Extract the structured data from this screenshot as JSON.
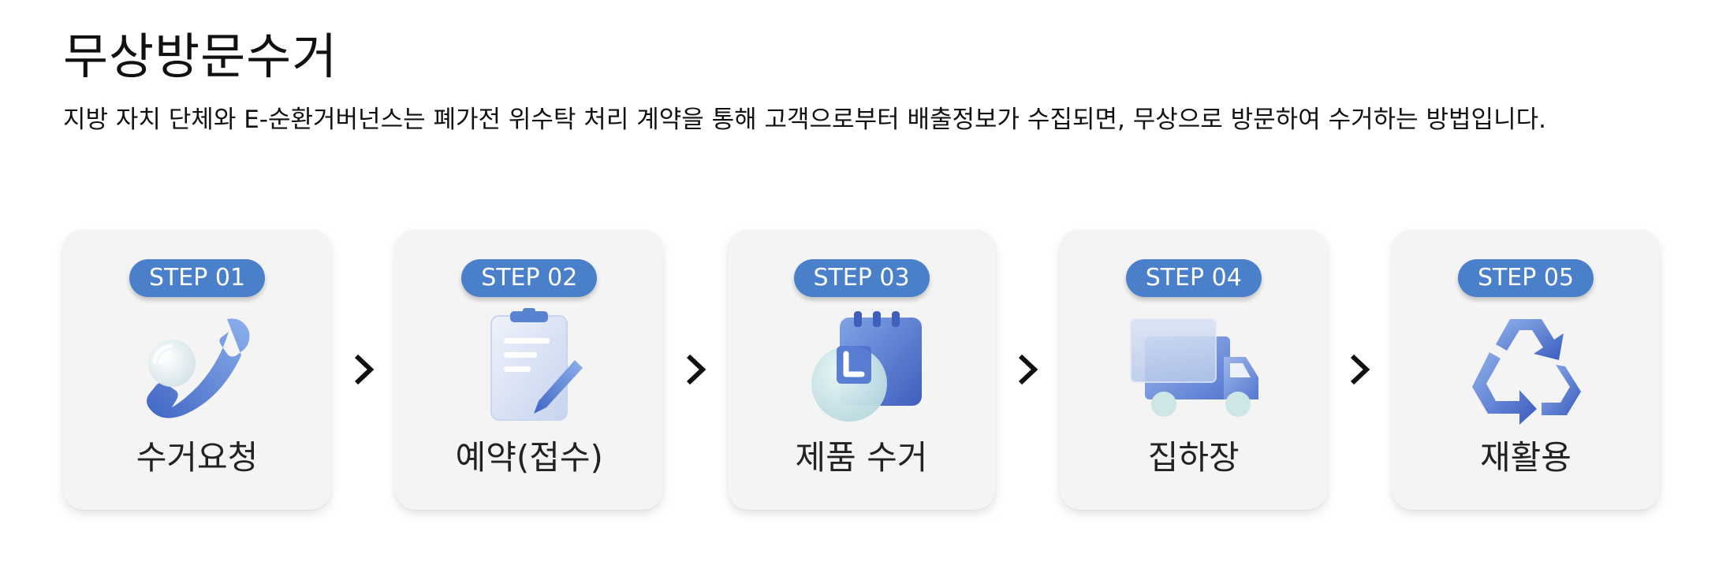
{
  "header": {
    "title": "무상방문수거",
    "description": "지방 자치 단체와 E-순환거버넌스는 폐가전 위수탁 처리 계약을 통해 고객으로부터 배출정보가 수집되면, 무상으로 방문하여 수거하는 방법입니다."
  },
  "steps": [
    {
      "badge": "STEP 01",
      "label": "수거요청",
      "icon": "phone-icon"
    },
    {
      "badge": "STEP 02",
      "label": "예약(접수)",
      "icon": "clipboard-icon"
    },
    {
      "badge": "STEP 03",
      "label": "제품 수거",
      "icon": "calendar-clock-icon"
    },
    {
      "badge": "STEP 04",
      "label": "집하장",
      "icon": "truck-icon"
    },
    {
      "badge": "STEP 05",
      "label": "재활용",
      "icon": "recycle-icon"
    }
  ],
  "colors": {
    "badge": "#4a7fc9",
    "icon_dark": "#4a6fcb",
    "icon_light": "#8fb1ea",
    "card_bg": "#f4f4f4"
  }
}
